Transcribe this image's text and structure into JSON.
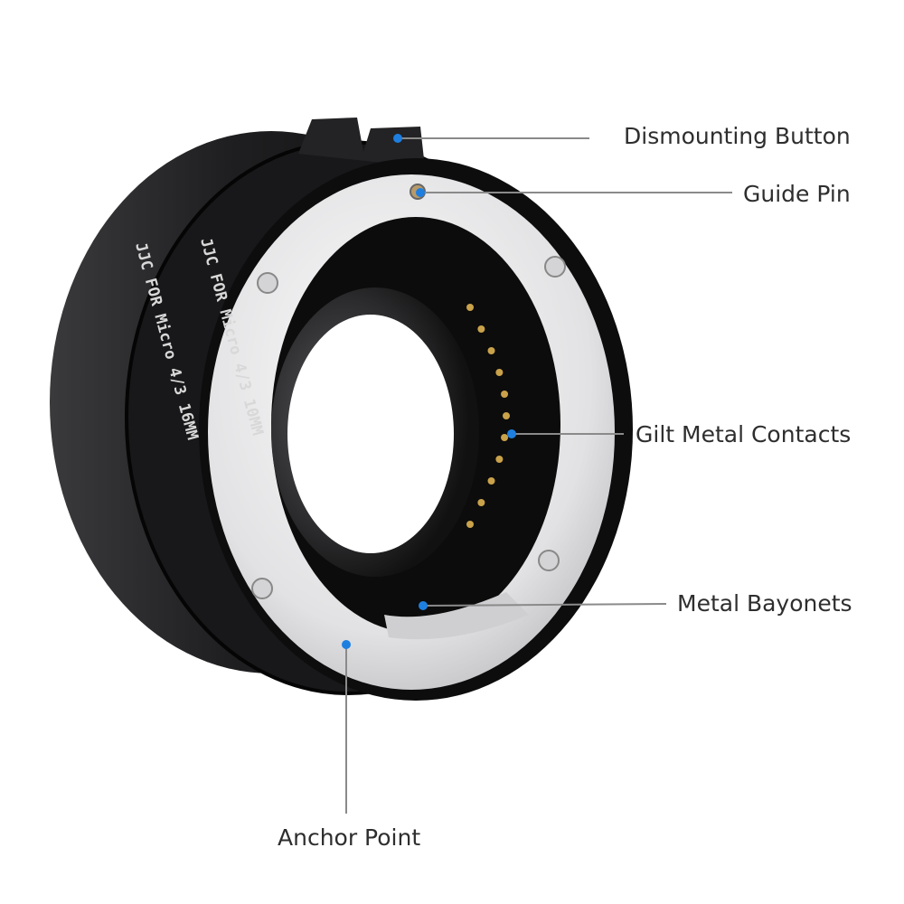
{
  "product": {
    "ring_rear_text": "JJC FOR Micro 4/3 16MM",
    "ring_front_text": "JJC FOR Micro 4/3 10MM"
  },
  "callouts": [
    {
      "label": "Dismounting Button"
    },
    {
      "label": "Guide Pin"
    },
    {
      "label": "Gilt Metal Contacts"
    },
    {
      "label": "Metal Bayonets"
    },
    {
      "label": "Anchor Point"
    }
  ],
  "colors": {
    "callout_dot": "#1e7fe0",
    "callout_line": "#8a8a8a",
    "label_text": "#2e2e2e",
    "body": "#1c1c1e",
    "mount_silver": "#e6e6e8"
  }
}
